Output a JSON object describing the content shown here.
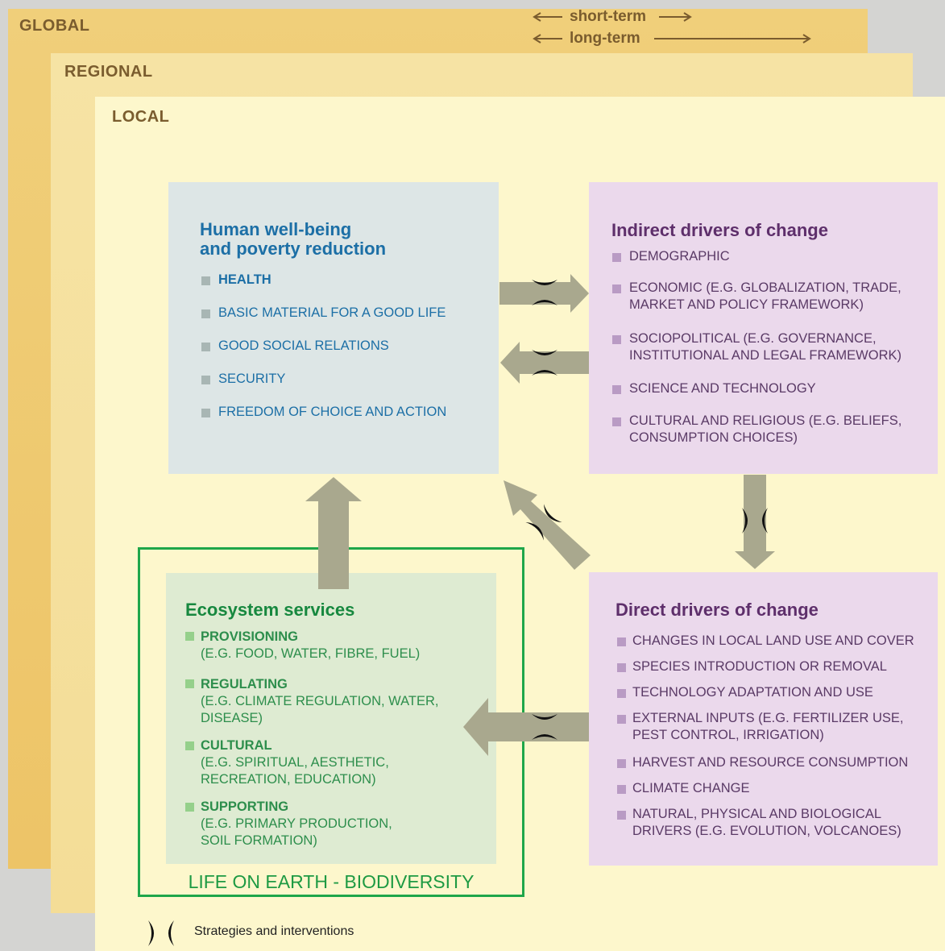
{
  "scales": {
    "global": "GLOBAL",
    "regional": "REGIONAL",
    "local": "LOCAL"
  },
  "time": {
    "short": "short-term",
    "long": "long-term"
  },
  "human_wellbeing": {
    "title_line1": "Human well-being",
    "title_line2": "and poverty reduction",
    "items": [
      "HEALTH",
      "BASIC MATERIAL FOR A GOOD LIFE",
      "GOOD SOCIAL RELATIONS",
      "SECURITY",
      "FREEDOM OF CHOICE AND ACTION"
    ]
  },
  "indirect_drivers": {
    "title": "Indirect drivers of change",
    "items": [
      [
        "DEMOGRAPHIC"
      ],
      [
        "ECONOMIC (E.G. GLOBALIZATION, TRADE,",
        "MARKET AND POLICY FRAMEWORK)"
      ],
      [
        "SOCIOPOLITICAL (E.G. GOVERNANCE,",
        "INSTITUTIONAL AND LEGAL FRAMEWORK)"
      ],
      [
        "SCIENCE AND TECHNOLOGY"
      ],
      [
        "CULTURAL AND RELIGIOUS (E.G. BELIEFS,",
        "CONSUMPTION CHOICES)"
      ]
    ]
  },
  "direct_drivers": {
    "title": "Direct drivers of change",
    "items": [
      [
        "CHANGES IN LOCAL LAND USE AND COVER"
      ],
      [
        "SPECIES INTRODUCTION OR REMOVAL"
      ],
      [
        "TECHNOLOGY ADAPTATION AND USE"
      ],
      [
        "EXTERNAL INPUTS (E.G. FERTILIZER USE,",
        "PEST CONTROL, IRRIGATION)"
      ],
      [
        "HARVEST AND RESOURCE CONSUMPTION"
      ],
      [
        "CLIMATE CHANGE"
      ],
      [
        "NATURAL, PHYSICAL AND BIOLOGICAL",
        "DRIVERS (E.G. EVOLUTION, VOLCANOES)"
      ]
    ]
  },
  "ecosystem_services": {
    "title": "Ecosystem services",
    "items": [
      {
        "name": "PROVISIONING",
        "lines": [
          "(E.G. FOOD, WATER, FIBRE, FUEL)"
        ]
      },
      {
        "name": "REGULATING",
        "lines": [
          "(E.G. CLIMATE REGULATION, WATER,",
          "DISEASE)"
        ]
      },
      {
        "name": "CULTURAL",
        "lines": [
          "(E.G. SPIRITUAL, AESTHETIC,",
          "RECREATION, EDUCATION)"
        ]
      },
      {
        "name": "SUPPORTING",
        "lines": [
          "(E.G. PRIMARY PRODUCTION,",
          "SOIL FORMATION)"
        ]
      }
    ]
  },
  "biodiversity_label": "LIFE ON EARTH - BIODIVERSITY",
  "legend": {
    "label": "Strategies and interventions",
    "symbol": "intervention-brackets-icon"
  },
  "colors": {
    "arrow": "#a9a88e",
    "intervention": "#111111"
  }
}
